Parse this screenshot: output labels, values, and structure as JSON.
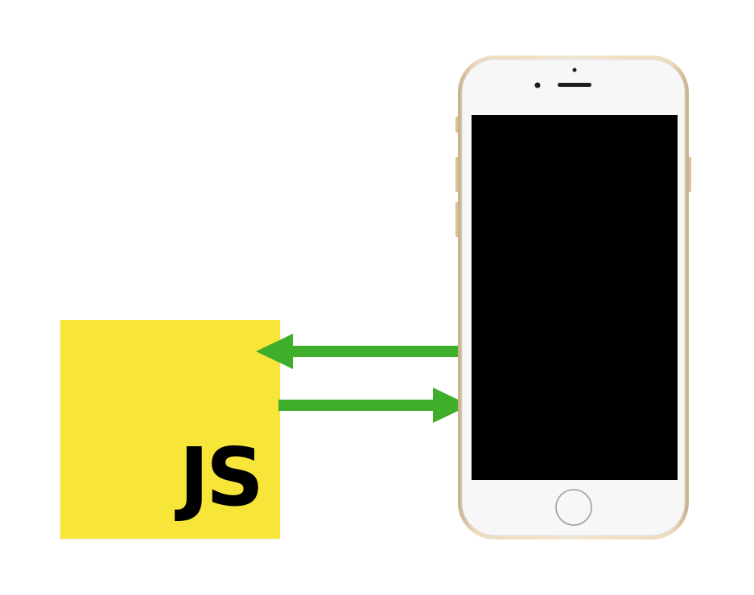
{
  "js_logo": {
    "text": "JS",
    "background_color": "#f7e53a"
  },
  "arrows": {
    "color": "#3fae2a",
    "items": [
      {
        "name": "phone-to-js-arrow",
        "direction": "left"
      },
      {
        "name": "js-to-phone-arrow",
        "direction": "right"
      }
    ]
  },
  "phone": {
    "model": "smartphone",
    "body_color": "#e6d2b0",
    "face_color": "#f7f7f7",
    "screen_color": "#000000"
  }
}
